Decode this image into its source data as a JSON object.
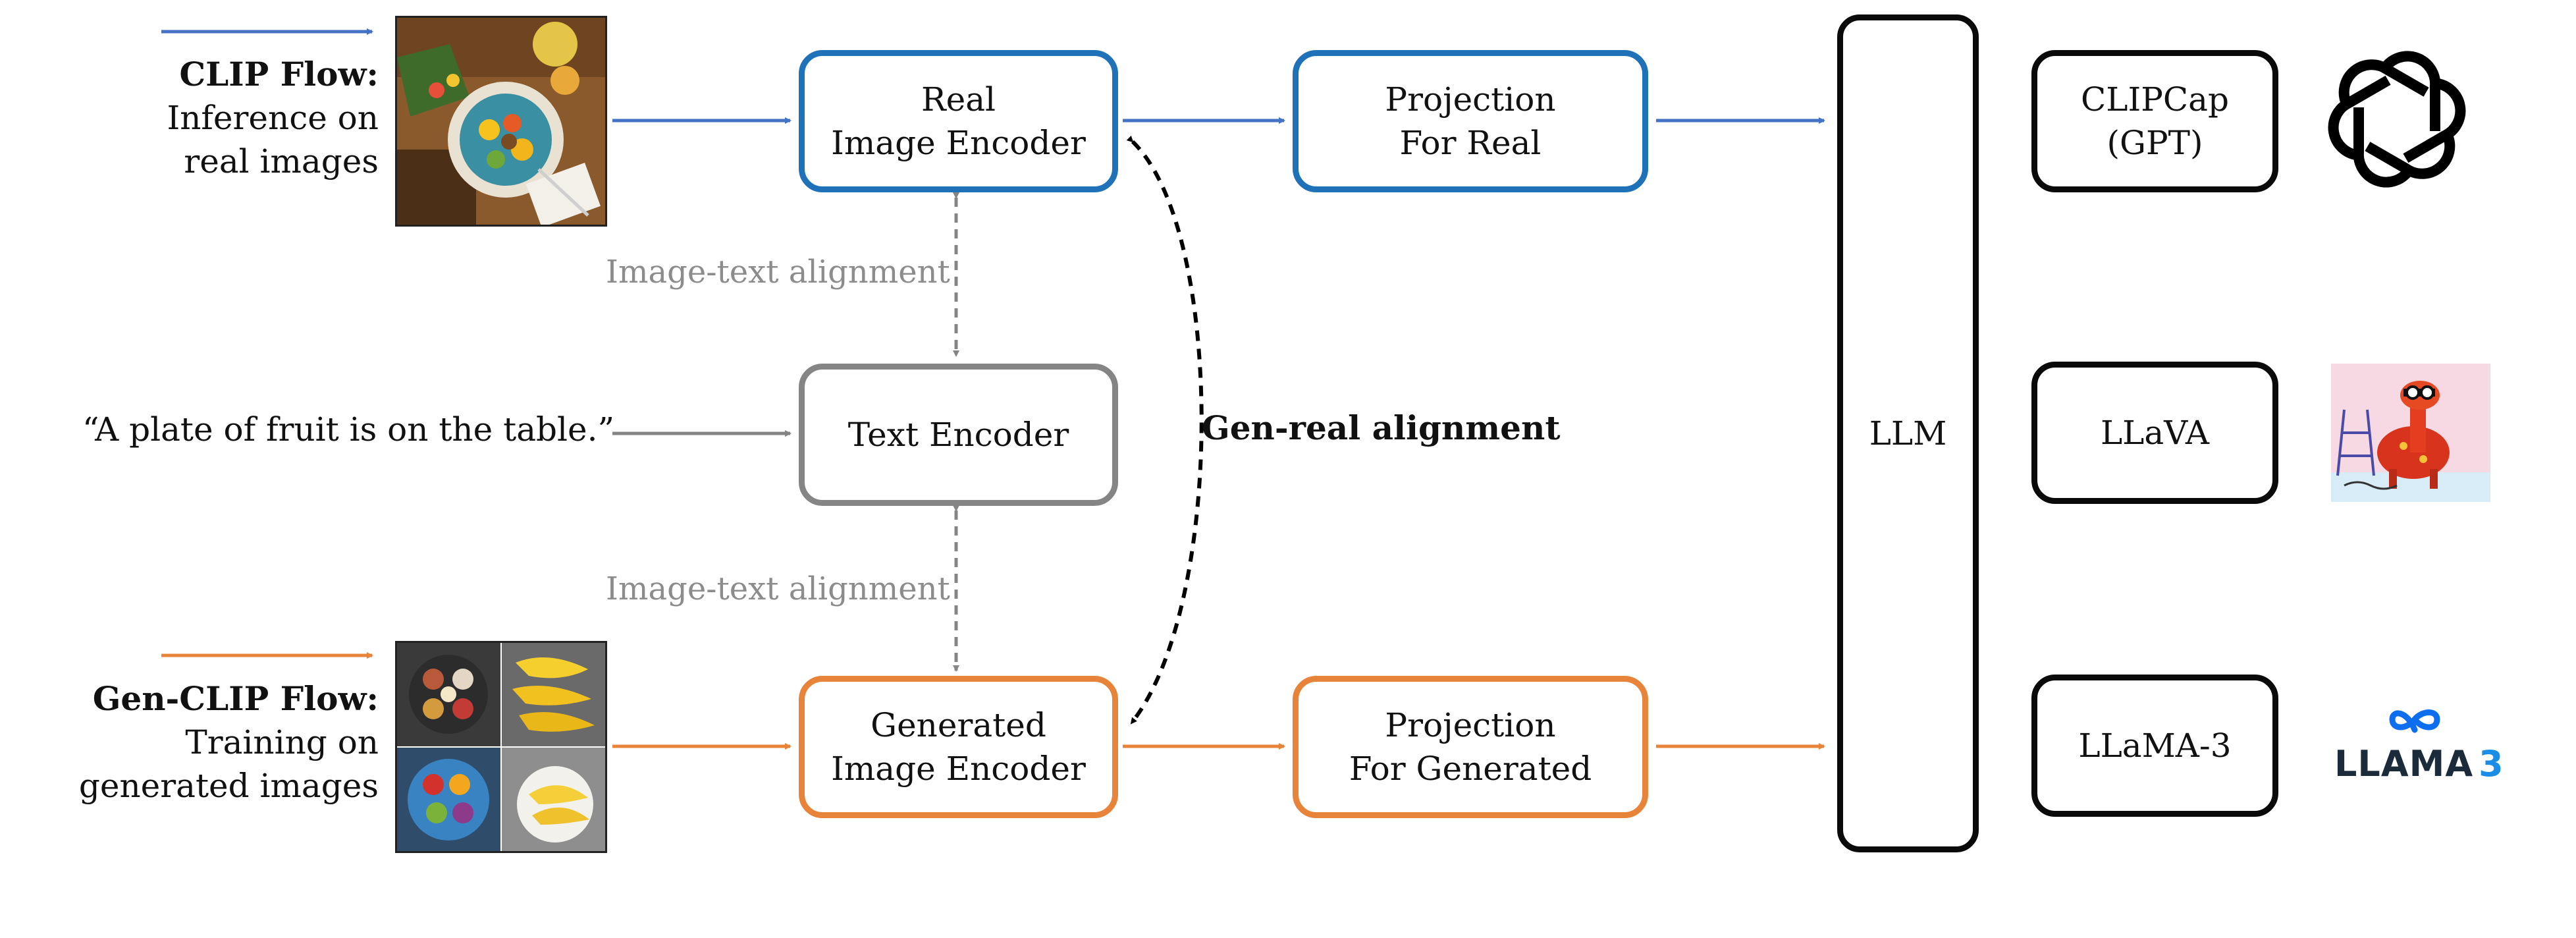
{
  "flows": {
    "clip": {
      "title": "CLIP Flow:",
      "subtitle": "Inference on\nreal images"
    },
    "gen": {
      "title": "Gen-CLIP Flow:",
      "subtitle": "Training on\ngenerated images"
    },
    "caption": "“A plate of fruit is on the table.”"
  },
  "encoders": {
    "real": "Real\nImage Encoder",
    "text": "Text Encoder",
    "generated": "Generated\nImage Encoder"
  },
  "projections": {
    "real": "Projection\nFor Real",
    "generated": "Projection\nFor Generated"
  },
  "alignments": {
    "image_text_top": "Image-text alignment",
    "image_text_bottom": "Image-text alignment",
    "gen_real": "Gen-real alignment"
  },
  "llm": "LLM",
  "models": [
    {
      "name": "CLIPCap\n(GPT)",
      "logo": "openai-logo"
    },
    {
      "name": "LLaVA",
      "logo": "llava-logo"
    },
    {
      "name": "LLaMA-3",
      "logo": "llama3-logo"
    }
  ],
  "llama_logo_text": {
    "word": "LLAMA",
    "num": "3"
  },
  "colors": {
    "blue": "#1f72b8",
    "arrow_blue": "#4472c4",
    "gray": "#858585",
    "orange": "#e8843a",
    "black": "#0a0a0a"
  }
}
